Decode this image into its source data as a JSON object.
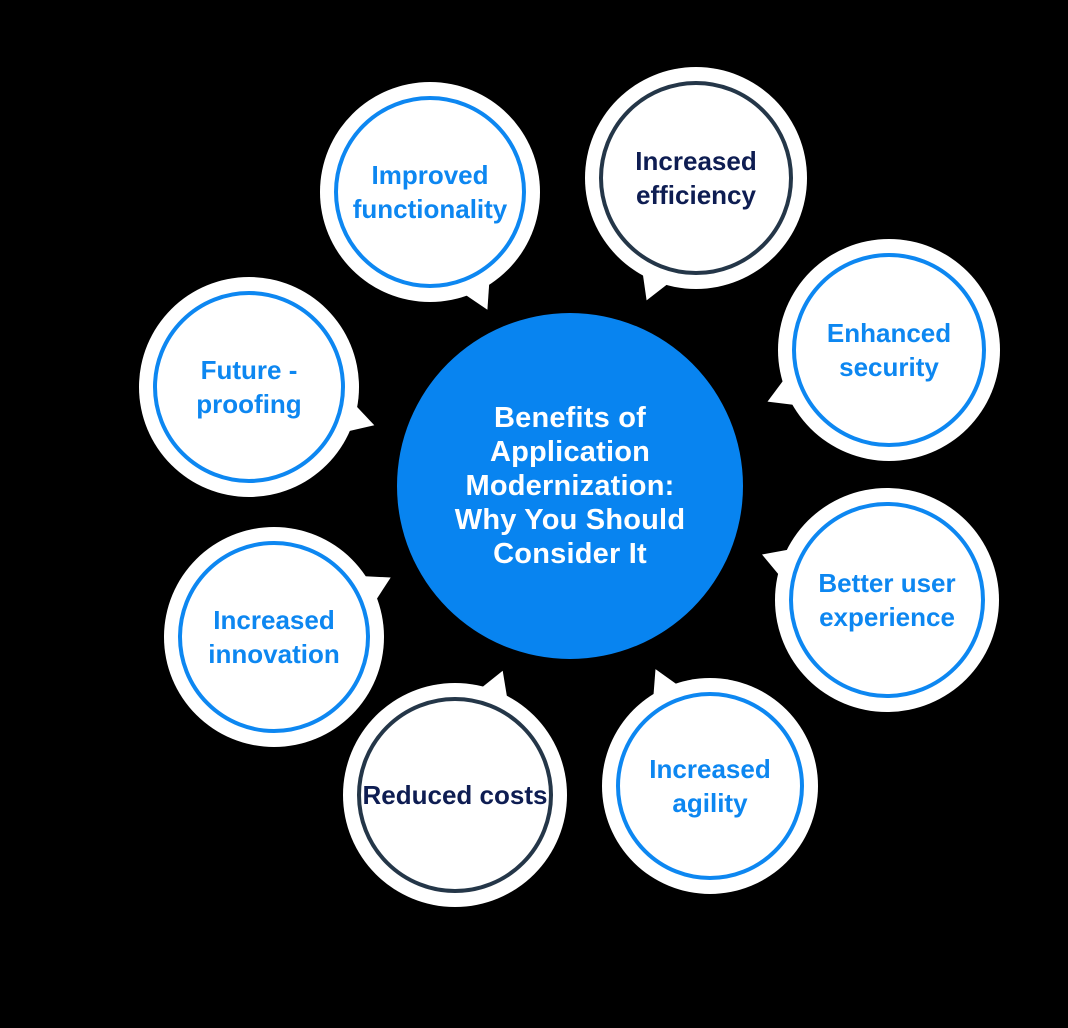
{
  "colors": {
    "background": "#000000",
    "bubble_fill": "#ffffff",
    "themes": {
      "blue": {
        "ring": "#0d87f1",
        "text": "#0d87f1"
      },
      "dark": {
        "ring": "#243648",
        "text": "#0e1d52"
      }
    }
  },
  "center": {
    "fill": "#0884f0",
    "text_color": "#ffffff",
    "lines": [
      "Benefits of",
      "Application",
      "Modernization:",
      "Why You Should",
      "Consider It"
    ]
  },
  "items": [
    {
      "label": "Improved functionality",
      "theme": "blue"
    },
    {
      "label": "Increased efficiency",
      "theme": "dark"
    },
    {
      "label": "Enhanced security",
      "theme": "blue"
    },
    {
      "label": "Better user experience",
      "theme": "blue"
    },
    {
      "label": "Increased agility",
      "theme": "blue"
    },
    {
      "label": "Reduced costs",
      "theme": "dark"
    },
    {
      "label": "Increased innovation",
      "theme": "blue"
    },
    {
      "label": "Future -proofing",
      "theme": "blue"
    }
  ]
}
